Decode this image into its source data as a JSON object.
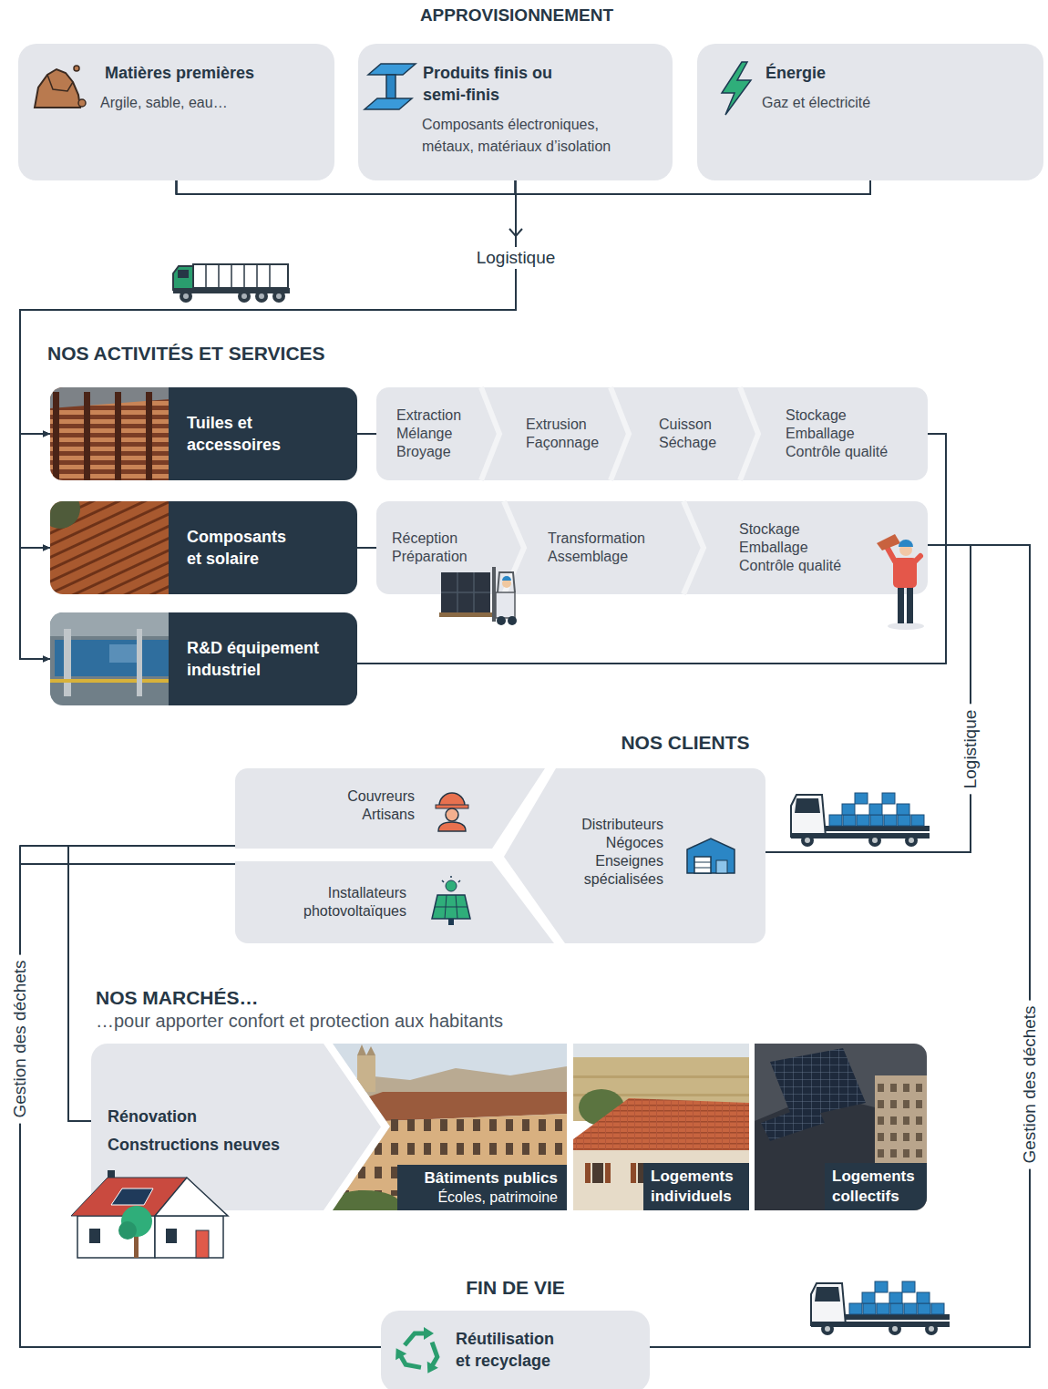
{
  "diagram": {
    "nodes": [
      {
        "text": [
          "Matières premières",
          "Argile, sable, eau…"
        ]
      },
      {
        "text": [
          "Produits finis ou semi-finis",
          "Composants électroniques, métaux, matériaux d’isolation"
        ]
      },
      {
        "text": [
          "Énergie",
          "Gaz et électricité"
        ]
      },
      {
        "text": [
          "Tuiles et accessoires"
        ]
      },
      {
        "text": [
          "Extraction Mélange Broyage"
        ]
      },
      {
        "text": [
          "Extrusion Façonnage"
        ]
      },
      {
        "text": [
          "Cuisson Séchage"
        ]
      },
      {
        "text": [
          "Stockage Emballage Contrôle qualité"
        ]
      },
      {
        "text": [
          "Composants et solaire"
        ]
      },
      {
        "text": [
          "Réception Préparation"
        ]
      },
      {
        "text": [
          "Transformation Assemblage"
        ]
      },
      {
        "text": [
          "Stockage Emballage Contrôle qualité"
        ]
      },
      {
        "text": [
          "R&D équipement industriel"
        ]
      },
      {
        "text": [
          "Couvreurs Artisans"
        ]
      },
      {
        "text": [
          "Distributeurs Négoces Enseignes spécialisées"
        ]
      },
      {
        "text": [
          "Installateurs photovoltaïques"
        ]
      },
      {
        "text": [
          "Rénovation",
          "Constructions neuves"
        ]
      },
      {
        "text": [
          "Bâtiments publics",
          "Écoles, patrimoine"
        ]
      },
      {
        "text": [
          "Logements individuels"
        ]
      },
      {
        "text": [
          "Logements collectifs"
        ]
      },
      {
        "text": [
          "FIN DE VIE",
          "Réutilisation et recyclage"
        ]
      }
    ],
    "edges": [
      {
        "from": 0,
        "to": 3,
        "arrow": "to"
      },
      {
        "from": 0,
        "to": 8,
        "arrow": "to"
      },
      {
        "from": 0,
        "to": 12,
        "arrow": "to"
      },
      {
        "from": 1,
        "to": 3,
        "arrow": "to"
      },
      {
        "from": 1,
        "to": 8,
        "arrow": "to"
      },
      {
        "from": 1,
        "to": 12,
        "arrow": "to"
      },
      {
        "from": 2,
        "to": 3,
        "arrow": "to"
      },
      {
        "from": 2,
        "to": 8,
        "arrow": "to"
      },
      {
        "from": 2,
        "to": 12,
        "arrow": "to"
      },
      {
        "from": 3,
        "to": 4,
        "arrow": "none"
      },
      {
        "from": 8,
        "to": 9,
        "arrow": "none"
      },
      {
        "from": 7,
        "to": 14,
        "arrow": "none"
      },
      {
        "from": 11,
        "to": 14,
        "arrow": "none"
      },
      {
        "from": 12,
        "to": 14,
        "arrow": "none"
      },
      {
        "from": 7,
        "to": 20,
        "arrow": "none"
      },
      {
        "from": 11,
        "to": 20,
        "arrow": "none"
      },
      {
        "from": 12,
        "to": 20,
        "arrow": "none"
      },
      {
        "from": 13,
        "to": 16,
        "arrow": "none"
      },
      {
        "from": 15,
        "to": 16,
        "arrow": "none"
      },
      {
        "from": 13,
        "to": 20,
        "arrow": "none"
      },
      {
        "from": 15,
        "to": 20,
        "arrow": "none"
      }
    ],
    "labels": [
      "APPROVISIONNEMENT",
      "Logistique",
      "NOS ACTIVITÉS ET SERVICES",
      "NOS CLIENTS",
      "Logistique",
      "Gestion des déchets",
      "NOS MARCHÉS…",
      "…pour apporter confort et protection aux habitants",
      "Gestion des déchets"
    ]
  }
}
